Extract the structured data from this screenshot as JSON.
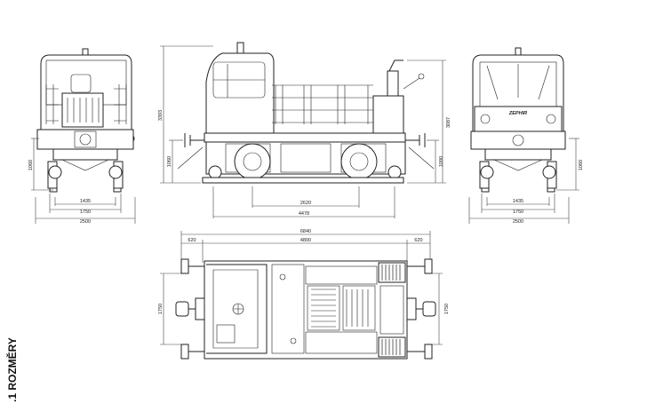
{
  "section_label": ".1 ROZMĚRY",
  "logo_text": "ZEPHIR",
  "front_view": {
    "height_coupler": "1060",
    "gauge": "1435",
    "width_wheels": "1750",
    "width_total": "2500"
  },
  "side_view": {
    "height_total": "3393",
    "height_exhaust": "3087",
    "height_coupler_left": "1060",
    "height_coupler_right": "1090",
    "wheelbase": "2620",
    "length_body": "4478"
  },
  "rear_view": {
    "height_coupler": "1060",
    "gauge": "1435",
    "width_wheels": "1750",
    "width_total": "2500"
  },
  "top_view": {
    "length_total": "6840",
    "length_body": "4800",
    "overhang_left": "620",
    "overhang_right": "620",
    "width_left": "1750",
    "width_right": "1750"
  }
}
